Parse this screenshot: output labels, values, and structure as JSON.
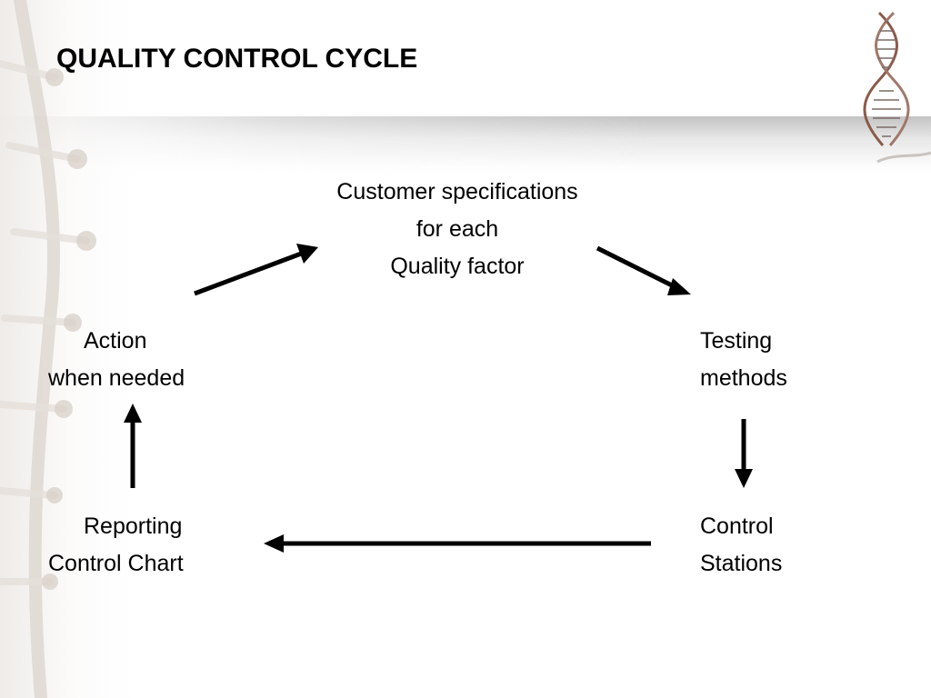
{
  "slide": {
    "title": "QUALITY CONTROL CYCLE",
    "decoration": {
      "icon": "dna-helix-icon",
      "background": "molecular-chain-background"
    }
  },
  "cycle": {
    "top": {
      "lines": [
        "Customer specifications",
        "for each",
        "Quality factor"
      ]
    },
    "right": {
      "lines": [
        "Testing",
        "methods"
      ]
    },
    "bottom_right": {
      "lines": [
        "Control",
        "Stations"
      ]
    },
    "bottom_left": {
      "lines": [
        "Reporting",
        "Control Chart"
      ]
    },
    "left": {
      "lines": [
        "Action",
        "when needed"
      ]
    }
  },
  "arrow_color": "#000000"
}
